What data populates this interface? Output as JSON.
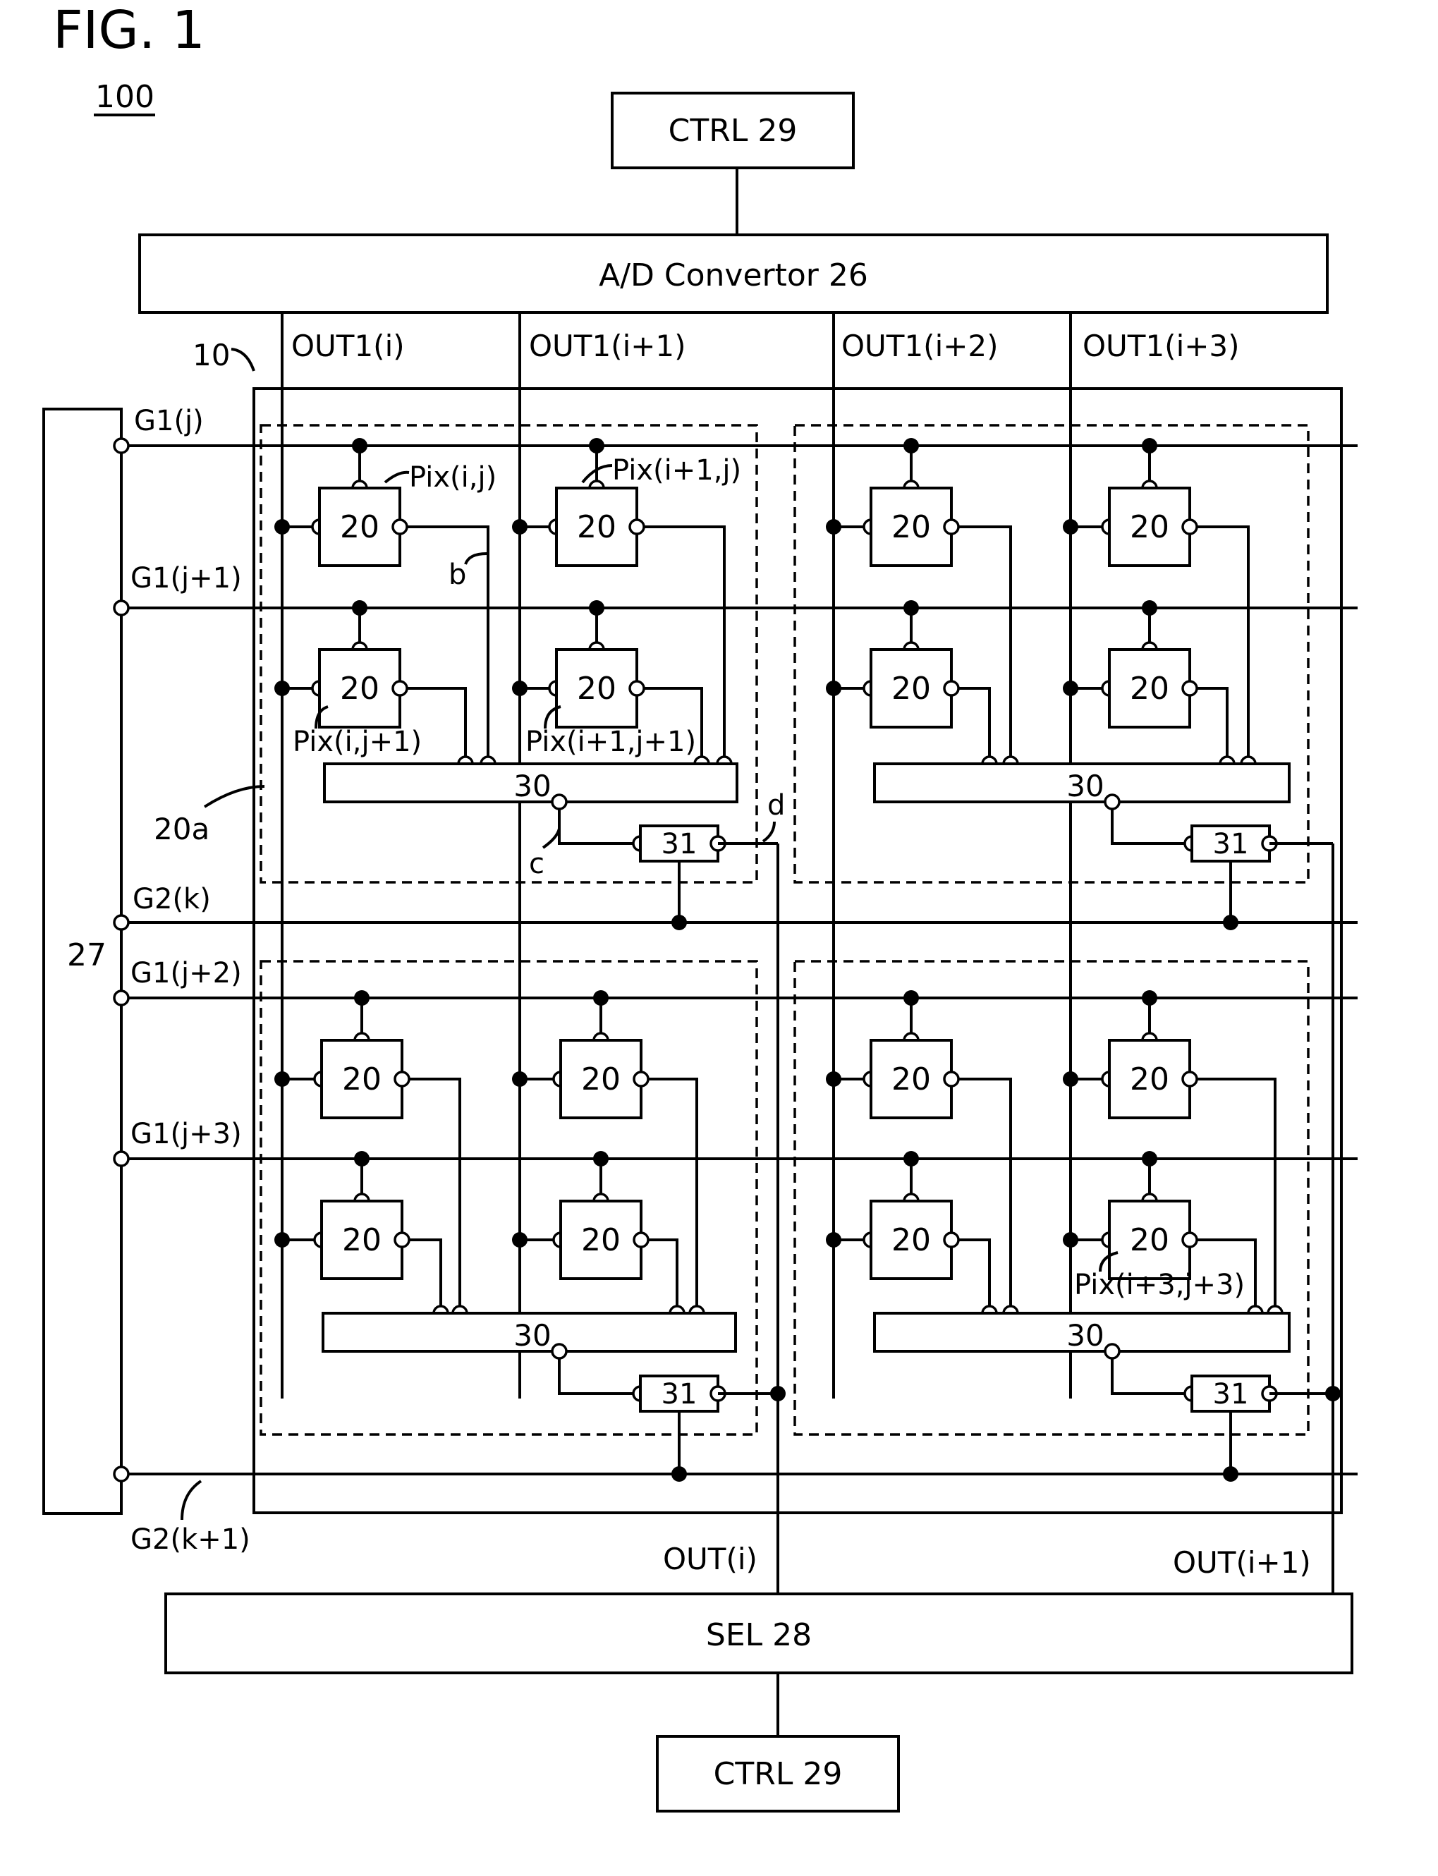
{
  "figure": {
    "title": "FIG. 1",
    "ref": "100"
  },
  "blocks": {
    "ctrl_top": "CTRL 29",
    "adc": "A/D Convertor  26",
    "sel": "SEL  28",
    "ctrl_bottom": "CTRL 29",
    "gate_driver": "27",
    "array": "10",
    "pixel_block": "20a"
  },
  "out1_lines": [
    "OUT1(i)",
    "OUT1(i+1)",
    "OUT1(i+2)",
    "OUT1(i+3)"
  ],
  "out_lines": [
    "OUT(i)",
    "OUT(i+1)"
  ],
  "gate_lines": {
    "g1": [
      "G1(j)",
      "G1(j+1)",
      "G1(j+2)",
      "G1(j+3)"
    ],
    "g2": [
      "G2(k)",
      "G2(k+1)"
    ]
  },
  "components": {
    "pixel": "20",
    "adder": "30",
    "switch": "31"
  },
  "pixel_labels": [
    "Pix(i,j)",
    "Pix(i+1,j)",
    "Pix(i,j+1)",
    "Pix(i+1,j+1)",
    "Pix(i+3,j+3)"
  ],
  "node_labels": [
    "b",
    "c",
    "d"
  ]
}
